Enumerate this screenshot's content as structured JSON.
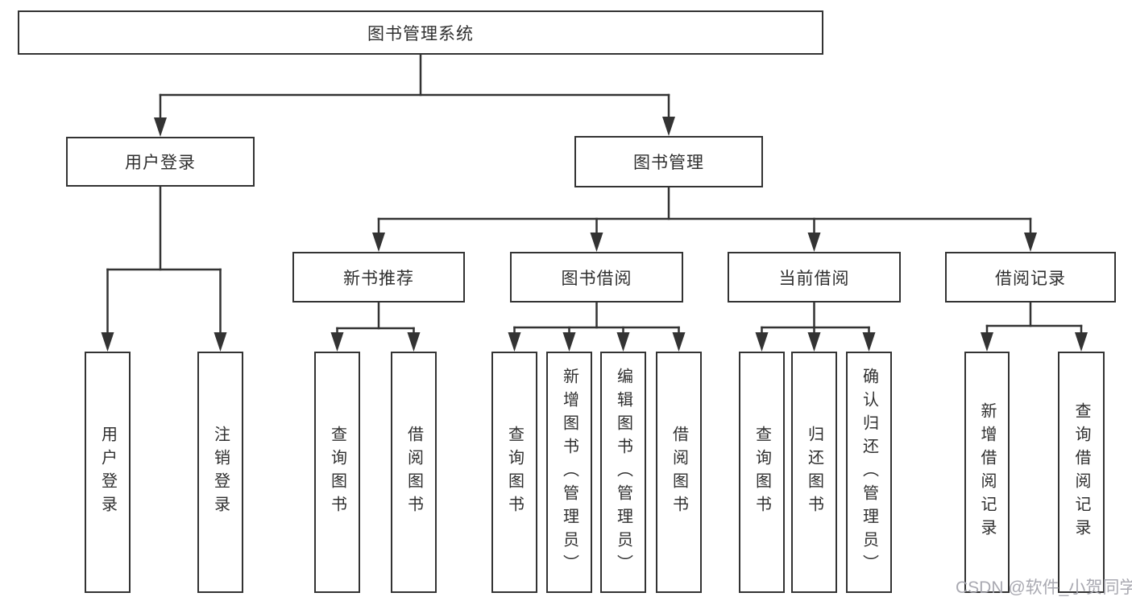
{
  "diagram": {
    "title": "图书管理系统",
    "root": {
      "label": "图书管理系统"
    },
    "level1": [
      {
        "label": "用户登录"
      },
      {
        "label": "图书管理"
      }
    ],
    "level2": [
      {
        "label": "新书推荐",
        "parent": "图书管理"
      },
      {
        "label": "图书借阅",
        "parent": "图书管理"
      },
      {
        "label": "当前借阅",
        "parent": "图书管理"
      },
      {
        "label": "借阅记录",
        "parent": "图书管理"
      }
    ],
    "leaves": [
      {
        "label": "用户登录",
        "parent": "用户登录"
      },
      {
        "label": "注销登录",
        "parent": "用户登录"
      },
      {
        "label": "查询图书",
        "parent": "新书推荐"
      },
      {
        "label": "借阅图书",
        "parent": "新书推荐"
      },
      {
        "label": "查询图书",
        "parent": "图书借阅"
      },
      {
        "label": "新增图书（管理员）",
        "parent": "图书借阅"
      },
      {
        "label": "编辑图书（管理员）",
        "parent": "图书借阅"
      },
      {
        "label": "借阅图书",
        "parent": "图书借阅"
      },
      {
        "label": "查询图书",
        "parent": "当前借阅"
      },
      {
        "label": "归还图书",
        "parent": "当前借阅"
      },
      {
        "label": "确认归还（管理员）",
        "parent": "当前借阅"
      },
      {
        "label": "新增借阅记录",
        "parent": "借阅记录"
      },
      {
        "label": "查询借阅记录",
        "parent": "借阅记录"
      }
    ],
    "colors": {
      "line": "#333333",
      "border": "#333333",
      "text": "#2f2f2f",
      "watermark": "#a4a4ad",
      "background": "#ffffff"
    },
    "watermark": "CSDN @软件_小贺同学"
  }
}
